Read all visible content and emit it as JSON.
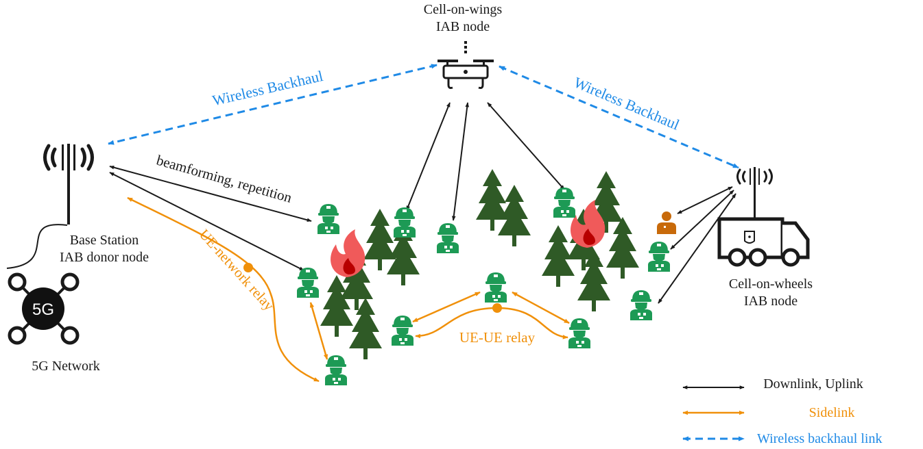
{
  "nodes": {
    "drone": {
      "label_line1": "Cell-on-wings",
      "label_line2": "IAB node"
    },
    "base_station": {
      "label_line1": "Base Station",
      "label_line2": "IAB donor node"
    },
    "core": {
      "badge": "5G",
      "label": "5G Network"
    },
    "truck": {
      "label_line1": "Cell-on-wheels",
      "label_line2": "IAB node"
    }
  },
  "links": {
    "backhaul_left": "Wireless Backhaul",
    "backhaul_right": "Wireless Backhaul",
    "beamforming": "beamforming, repetition",
    "ue_network_relay": "UE-network relay",
    "ue_ue_relay": "UE-UE relay"
  },
  "legend": [
    {
      "label": "Downlink, Uplink",
      "color": "#1a1a1a",
      "style": "solid"
    },
    {
      "label": "Sidelink",
      "color": "#f0900a",
      "style": "solid"
    },
    {
      "label": "Wireless backhaul link",
      "color": "#1f8ae6",
      "style": "dashed"
    }
  ],
  "colors": {
    "downlink": "#1a1a1a",
    "sidelink": "#f0900a",
    "backhaul": "#1f8ae6",
    "firefighter": "#1d9a55",
    "tree": "#2f5a26",
    "fire": "#f05a5a",
    "civilian": "#c86a0a"
  }
}
